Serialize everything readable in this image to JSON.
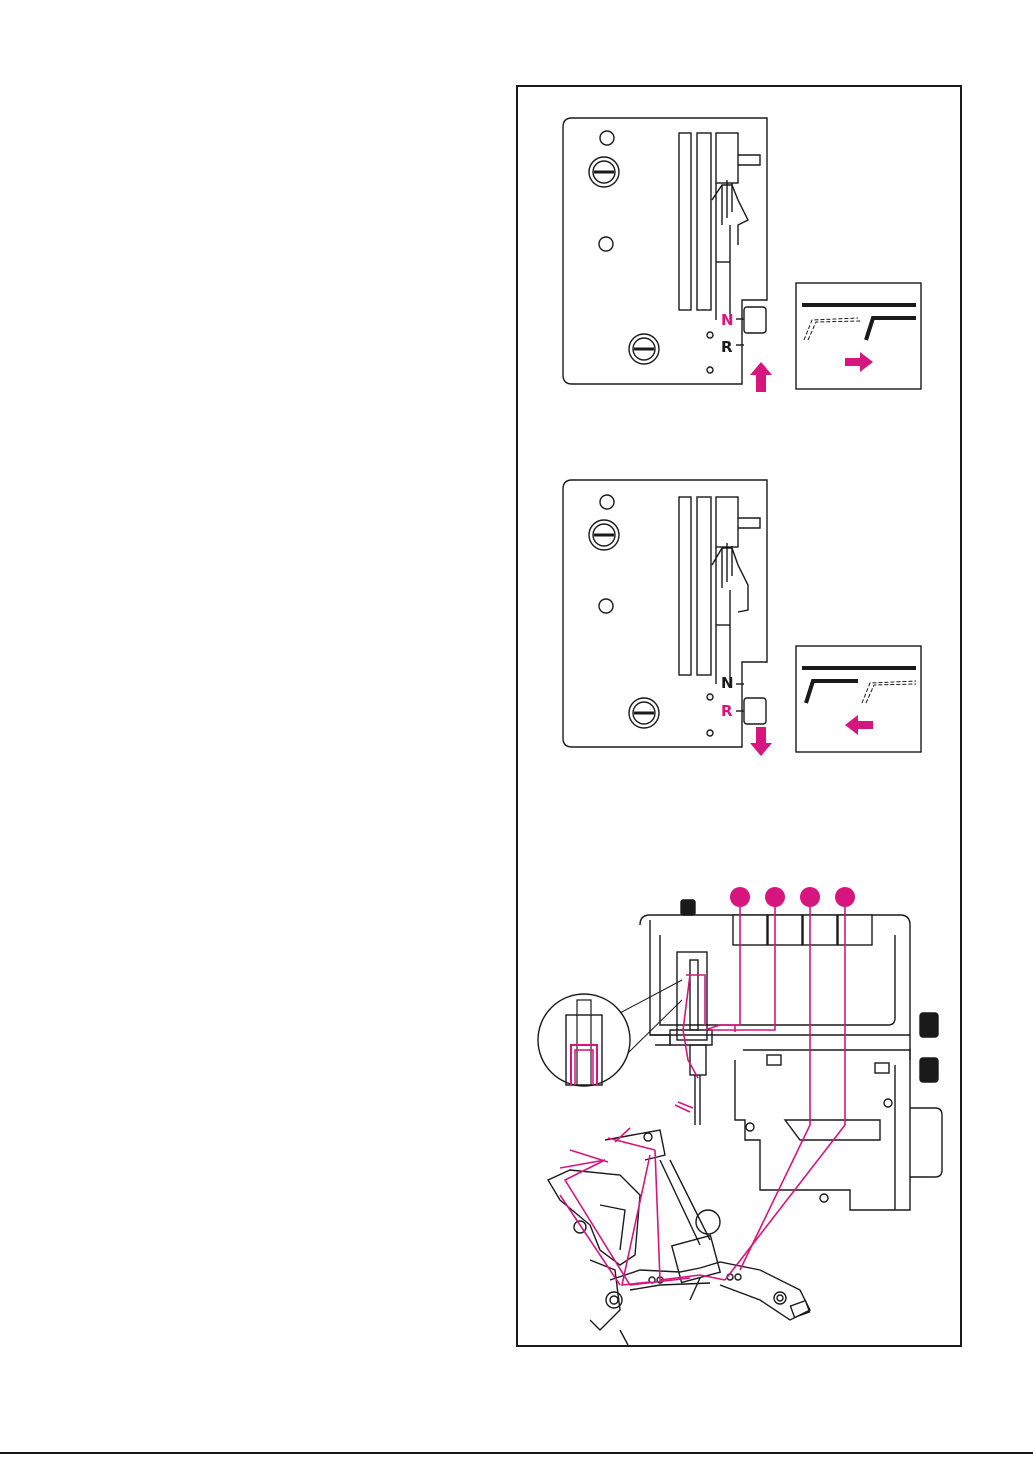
{
  "colors": {
    "accent": "#d6157e",
    "ink": "#1a1a1a",
    "paper": "#ffffff",
    "fill_light": "#f5f5f5"
  },
  "diagram_top": {
    "label_n": "N",
    "label_r": "R",
    "active_setting": "N",
    "lever_direction": "up",
    "inset_arrow": "right"
  },
  "diagram_middle": {
    "label_n": "N",
    "label_r": "R",
    "active_setting": "R",
    "lever_direction": "down",
    "inset_arrow": "left"
  },
  "diagram_bottom": {
    "spool_marker_count": 4
  },
  "icons": [
    "arrow-up-icon",
    "arrow-down-icon",
    "arrow-right-icon",
    "arrow-left-icon",
    "screw-icon"
  ]
}
